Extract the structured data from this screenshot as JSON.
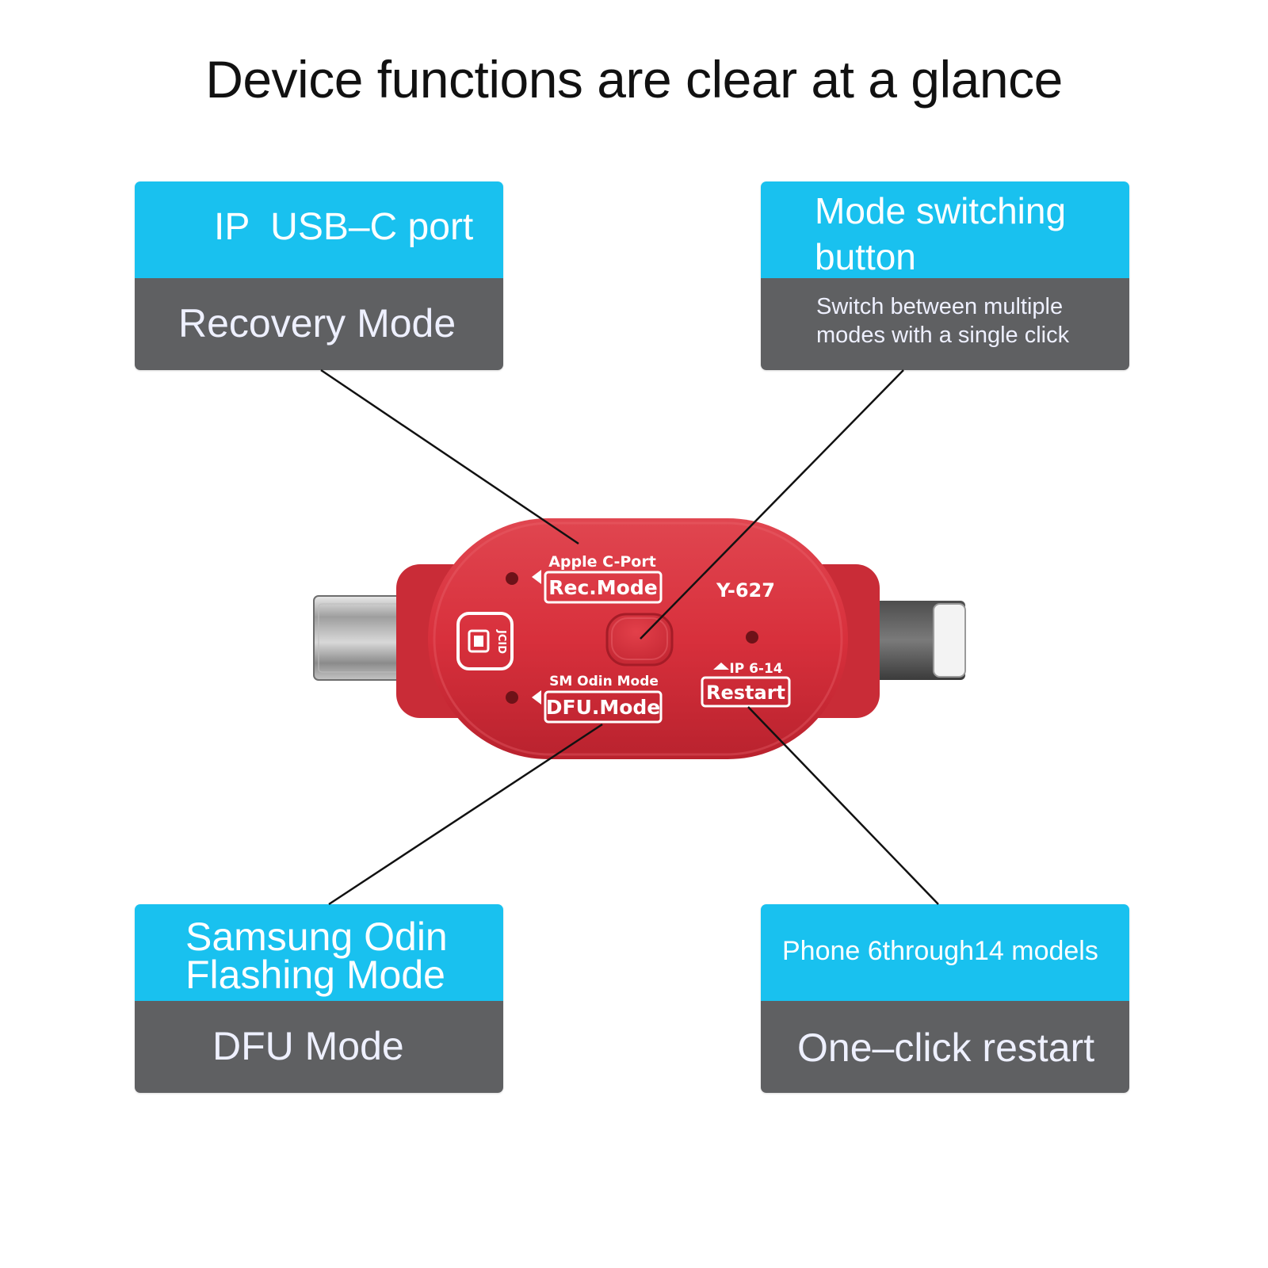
{
  "title": "Device functions are clear at a glance",
  "colors": {
    "blue": "#19c1ef",
    "gray": "#5f6062",
    "device_red": "#d8303c",
    "text_dark": "#111111"
  },
  "cards": {
    "top_left": {
      "top": "IP  USB–C port",
      "bottom": "Recovery Mode"
    },
    "top_right": {
      "top_line1": "Mode switching",
      "top_line2": "button",
      "bottom_line1": "Switch between multiple",
      "bottom_line2": "modes with a single click"
    },
    "bottom_left": {
      "top_line1": "Samsung Odin",
      "top_line2": "Flashing Mode",
      "bottom": "DFU Mode"
    },
    "bottom_right": {
      "top": "Phone 6through14 models",
      "bottom": "One–click restart"
    }
  },
  "device": {
    "model": "Y-627",
    "rec_caption": "Apple C-Port",
    "rec_label": "Rec.Mode",
    "dfu_caption": "SM Odin Mode",
    "dfu_label": "DFU.Mode",
    "restart_caption": "IP 6-14",
    "restart_label": "Restart",
    "logo_text": "JCID"
  }
}
